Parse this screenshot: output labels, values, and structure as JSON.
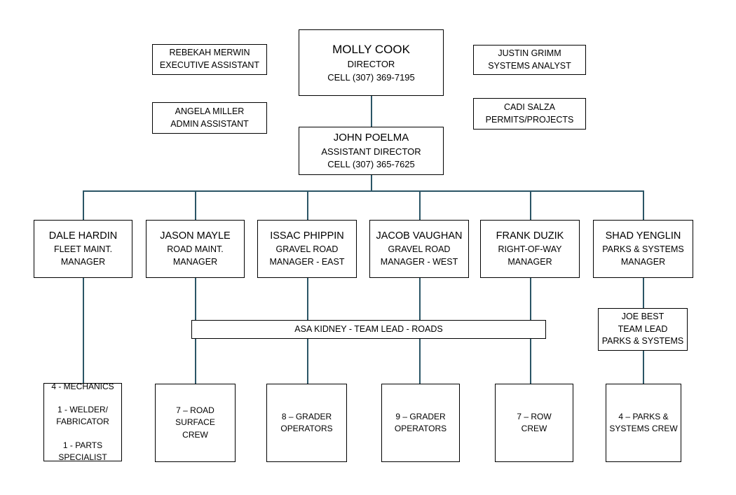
{
  "chart": {
    "title": "Organizational Chart",
    "line_color": "#2b5566",
    "box_border_color": "#000000",
    "background": "#ffffff"
  },
  "director": {
    "name": "MOLLY COOK",
    "title": "DIRECTOR",
    "cell": "CELL (307) 369-7195"
  },
  "assistant_director": {
    "name": "JOHN POELMA",
    "title": "ASSISTANT DIRECTOR",
    "cell": "CELL (307) 365-7625"
  },
  "left_staff": [
    {
      "name": "REBEKAH MERWIN",
      "title": "EXECUTIVE ASSISTANT"
    },
    {
      "name": "ANGELA MILLER",
      "title": "ADMIN ASSISTANT"
    }
  ],
  "right_staff": [
    {
      "name": "JUSTIN GRIMM",
      "title": "SYSTEMS ANALYST"
    },
    {
      "name": "CADI SALZA",
      "title": "PERMITS/PROJECTS"
    }
  ],
  "managers": [
    {
      "name": "DALE HARDIN",
      "line1": "FLEET MAINT.",
      "line2": "MANAGER"
    },
    {
      "name": "JASON MAYLE",
      "line1": "ROAD MAINT.",
      "line2": "MANAGER"
    },
    {
      "name": "ISSAC PHIPPIN",
      "line1": "GRAVEL ROAD",
      "line2": "MANAGER - EAST"
    },
    {
      "name": "JACOB VAUGHAN",
      "line1": "GRAVEL ROAD",
      "line2": "MANAGER - WEST"
    },
    {
      "name": "FRANK DUZIK",
      "line1": "RIGHT-OF-WAY",
      "line2": "MANAGER"
    },
    {
      "name": "SHAD YENGLIN",
      "line1": "PARKS & SYSTEMS",
      "line2": "MANAGER"
    }
  ],
  "roads_team_lead": {
    "label": "ASA KIDNEY - TEAM LEAD - ROADS"
  },
  "parks_team_lead": {
    "name": "JOE BEST",
    "line1": "TEAM LEAD",
    "line2": "PARKS & SYSTEMS"
  },
  "crews": [
    {
      "groups": [
        {
          "line1": "4 - MECHANICS",
          "line2": ""
        },
        {
          "line1": "1 - WELDER/",
          "line2": "FABRICATOR"
        },
        {
          "line1": "1 - PARTS",
          "line2": "SPECIALIST"
        }
      ]
    },
    {
      "groups": [
        {
          "line1": "7 – ROAD",
          "line2": "SURFACE",
          "line3": "CREW"
        }
      ]
    },
    {
      "groups": [
        {
          "line1": "8 – GRADER",
          "line2": "OPERATORS"
        }
      ]
    },
    {
      "groups": [
        {
          "line1": "9 – GRADER",
          "line2": "OPERATORS"
        }
      ]
    },
    {
      "groups": [
        {
          "line1": "7 – ROW",
          "line2": "CREW"
        }
      ]
    },
    {
      "groups": [
        {
          "line1": "4 – PARKS &",
          "line2": "SYSTEMS CREW"
        }
      ]
    }
  ]
}
